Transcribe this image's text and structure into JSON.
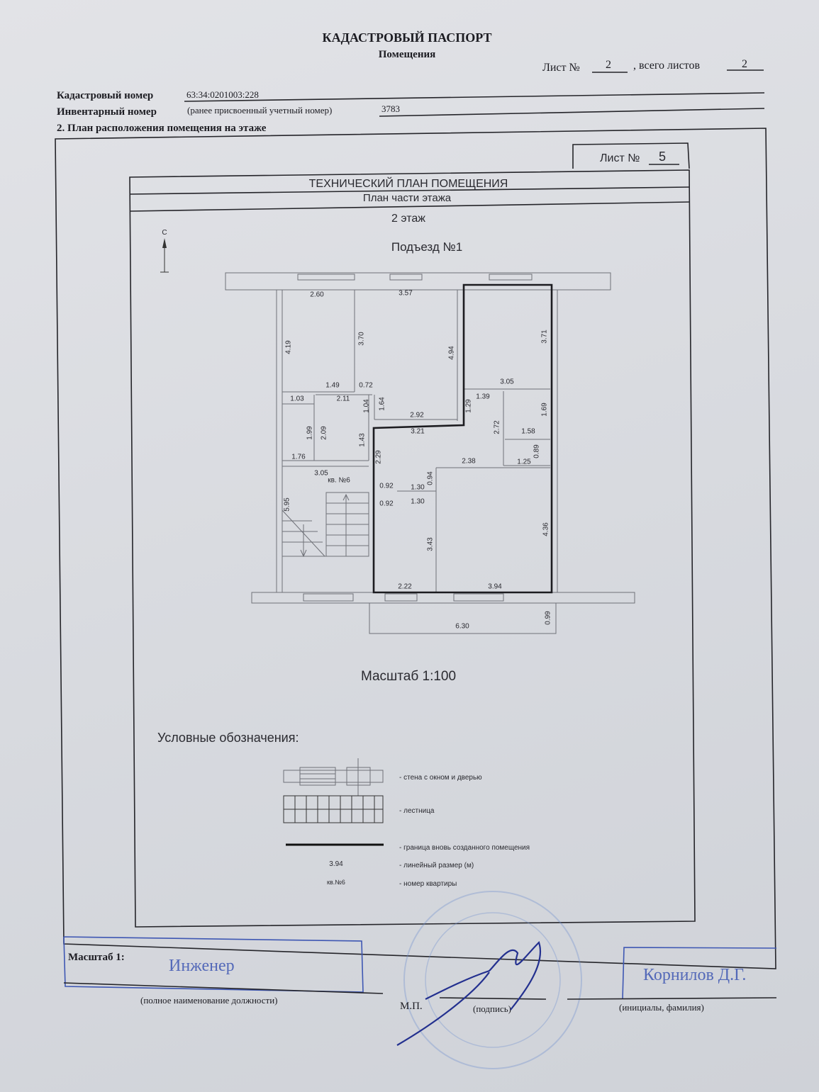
{
  "header": {
    "title": "КАДАСТРОВЫЙ ПАСПОРТ",
    "subtitle": "Помещения",
    "sheet_label": "Лист №",
    "sheet_no": "2",
    "total_label": ", всего листов",
    "total_sheets": "2"
  },
  "fields": {
    "cadastral_label": "Кадастровый номер",
    "cadastral_value": "63:34:0201003:228",
    "inventory_label": "Инвентарный номер",
    "inventory_note": "(ранее присвоенный учетный номер)",
    "inventory_value": "3783",
    "section": "2. План расположения помещения на этаже"
  },
  "plan": {
    "sheet_label": "Лист №",
    "sheet_no": "5",
    "title": "ТЕХНИЧЕСКИЙ ПЛАН ПОМЕЩЕНИЯ",
    "subtitle": "План  части   этажа",
    "floor": "2  этаж",
    "entrance": "Подъезд №1",
    "north": "С",
    "apartment": "кв. №6",
    "scale": "Масштаб 1:100",
    "dims": [
      "2.60",
      "3.57",
      "4.19",
      "3.70",
      "4.94",
      "3.71",
      "1.49",
      "0.72",
      "1.03",
      "2.11",
      "1.04",
      "1.64",
      "2.92",
      "3.05",
      "1.39",
      "1.29",
      "1.69",
      "3.21",
      "1.99",
      "2.09",
      "1.43",
      "2.72",
      "1.58",
      "0.89",
      "1.76",
      "2.29",
      "2.38",
      "1.25",
      "3.05",
      "0.92",
      "1.30",
      "0.94",
      "0.92",
      "1.30",
      "5.95",
      "3.43",
      "4.36",
      "2.22",
      "3.94",
      "6.30",
      "0.99"
    ]
  },
  "legend": {
    "title": "Условные обозначения:",
    "items": [
      {
        "symbol": "",
        "label": "-  стена с окном и дверью"
      },
      {
        "symbol": "",
        "label": "-  лестница"
      },
      {
        "symbol": "",
        "label": "-  граница вновь созданного помещения"
      },
      {
        "symbol": "3.94",
        "label": "-  линейный размер (м)"
      },
      {
        "symbol": "кв.№6",
        "label": "-  номер квартиры"
      }
    ]
  },
  "footer": {
    "scale_label": "Масштаб 1:",
    "position_stamp": "Инженер",
    "position_caption": "(полное наименование должности)",
    "seal_label": "М.П.",
    "signature_caption": "(подпись)",
    "name_stamp": "Корнилов Д.Г.",
    "name_caption": "(инициалы, фамилия)"
  },
  "colors": {
    "ink": "#1c1c22",
    "stamp": "#3e57b3",
    "paper": "#dcdee2"
  }
}
